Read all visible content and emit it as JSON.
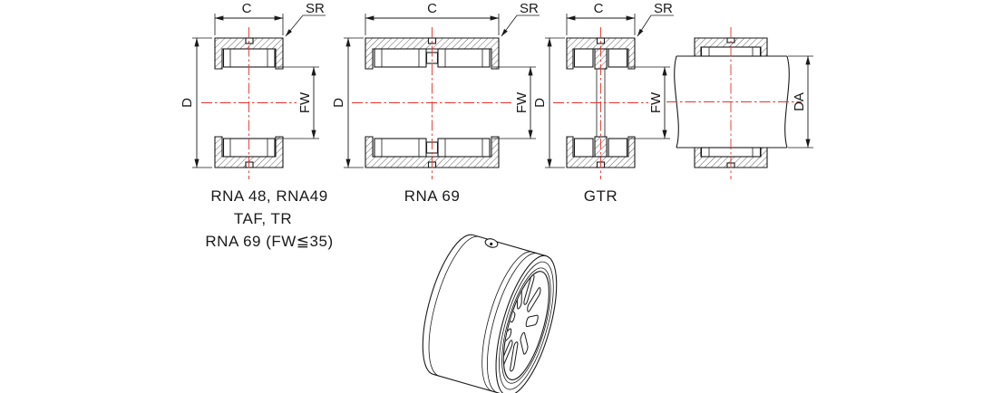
{
  "colors": {
    "ink": "#1a1a1a",
    "centerline": "#e8312a",
    "background": "#ffffff"
  },
  "views": [
    {
      "dim_top": "C",
      "dim_radius": "SR",
      "dim_left": "D",
      "dim_bore": "FW",
      "caption_lines": [
        "RNA 48, RNA49",
        "TAF, TR",
        "RNA 69 (FW≦35)"
      ]
    },
    {
      "dim_top": "C",
      "dim_radius": "SR",
      "dim_left": "D",
      "dim_bore": "FW",
      "caption_lines": [
        "RNA 69"
      ]
    },
    {
      "dim_top": "C",
      "dim_radius": "SR",
      "dim_left": "D",
      "dim_bore": "FW",
      "caption_lines": [
        "GTR"
      ]
    },
    {
      "dim_shaft": "DA",
      "caption_lines": []
    }
  ]
}
